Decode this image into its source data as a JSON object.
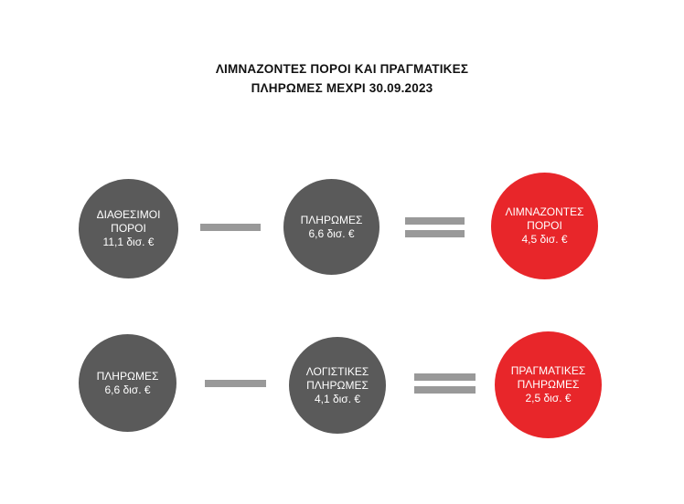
{
  "title": {
    "line1": "ΛΙΜΝΑΖΟΝΤΕΣ ΠΟΡΟΙ ΚΑΙ ΠΡΑΓΜΑΤΙΚΕΣ",
    "line2": "ΠΛΗΡΩΜΕΣ ΜΕΧΡΙ 30.09.2023"
  },
  "row1": {
    "left": {
      "lines": [
        "ΔΙΑΘΕΣΙΜΟΙ",
        "ΠΟΡΟΙ",
        "11,1 δισ. €"
      ]
    },
    "middle": {
      "lines": [
        "ΠΛΗΡΩΜΕΣ",
        "6,6 δισ. €"
      ]
    },
    "right": {
      "lines": [
        "ΛΙΜΝΑΖΟΝΤΕΣ",
        "ΠΟΡΟΙ",
        "4,5 δισ. €"
      ]
    }
  },
  "row2": {
    "left": {
      "lines": [
        "ΠΛΗΡΩΜΕΣ",
        "6,6 δισ. €"
      ]
    },
    "middle": {
      "lines": [
        "ΛΟΓΙΣΤΙΚΕΣ",
        "ΠΛΗΡΩΜΕΣ",
        "4,1 δισ. €"
      ]
    },
    "right": {
      "lines": [
        "ΠΡΑΓΜΑΤΙΚΕΣ",
        "ΠΛΗΡΩΜΕΣ",
        "2,5 δισ. €"
      ]
    }
  },
  "colors": {
    "circle_gray": "#5a5a5a",
    "circle_red": "#e8262a",
    "operator_gray": "#999999"
  }
}
